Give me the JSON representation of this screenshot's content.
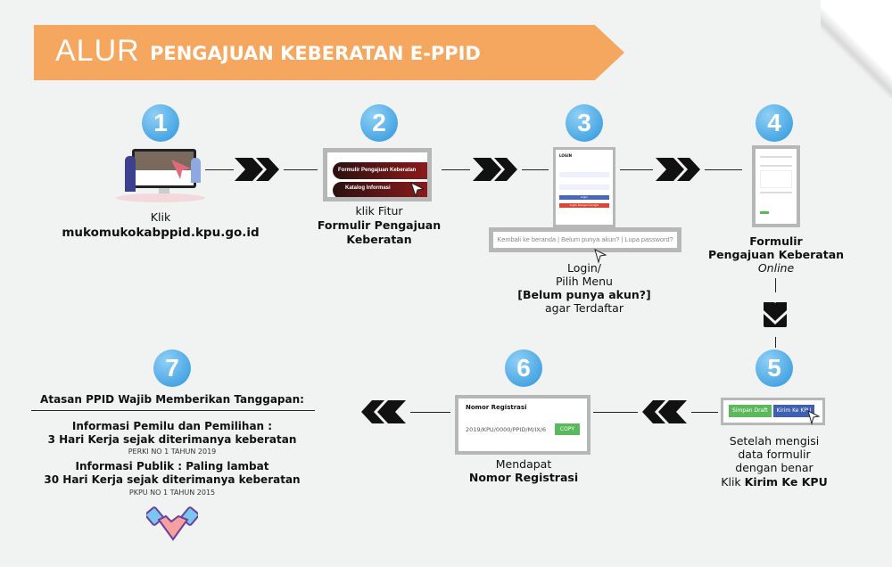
{
  "header": {
    "alur": "ALUR",
    "title": "PENGAJUAN KEBERATAN E-PPID"
  },
  "colors": {
    "orange": "#f6a75f",
    "blue": "#2d95dd",
    "green": "#5cb85c",
    "kpu_blue": "#3f5fb0",
    "red": "#e04434"
  },
  "steps": [
    {
      "num": "1",
      "lines": [
        "Klik",
        "mukomukokabppid.kpu.go.id"
      ]
    },
    {
      "num": "2",
      "lines": [
        "klik Fitur",
        "Formulir Pengajuan",
        "Keberatan"
      ],
      "menu": [
        "Formulir Pengajuan Keberatan",
        "Katalog Informasi"
      ]
    },
    {
      "num": "3",
      "lines": [
        "Login/",
        "Pilih Menu",
        "[Belum punya akun?]",
        "agar Terdaftar"
      ],
      "login_title": "LOGIN",
      "login_btn": "Login",
      "google_btn": "Login Dengan Google",
      "links": "Kembali ke beranda | Belum punya akun? | Lupa password?"
    },
    {
      "num": "4",
      "lines": [
        "Formulir",
        "Pengajuan Keberatan",
        "Online"
      ]
    },
    {
      "num": "5",
      "lines": [
        "Setelah mengisi",
        "data formulir",
        "dengan benar",
        "Klik ",
        "Kirim Ke KPU"
      ],
      "draft_btn": "Simpan Draft",
      "send_btn": "Kirim Ke KPU"
    },
    {
      "num": "6",
      "lines": [
        "Mendapat",
        "Nomor Registrasi"
      ],
      "box_title": "Nomor Registrasi",
      "reg_no": "2019/KPU/0000/PPID/M/IX/6",
      "copy": "COPY"
    },
    {
      "num": "7",
      "heading": "Atasan PPID Wajib Memberikan Tanggapan:",
      "p1": [
        "Informasi Pemilu dan Pemilihan :",
        "3 Hari Kerja sejak diterimanya keberatan"
      ],
      "ref1": "PERKI NO 1 TAHUN 2019",
      "p2": [
        "Informasi Publik : Paling lambat",
        "30 Hari Kerja sejak diterimanya keberatan"
      ],
      "ref2": "PKPU NO 1 TAHUN 2015"
    }
  ]
}
